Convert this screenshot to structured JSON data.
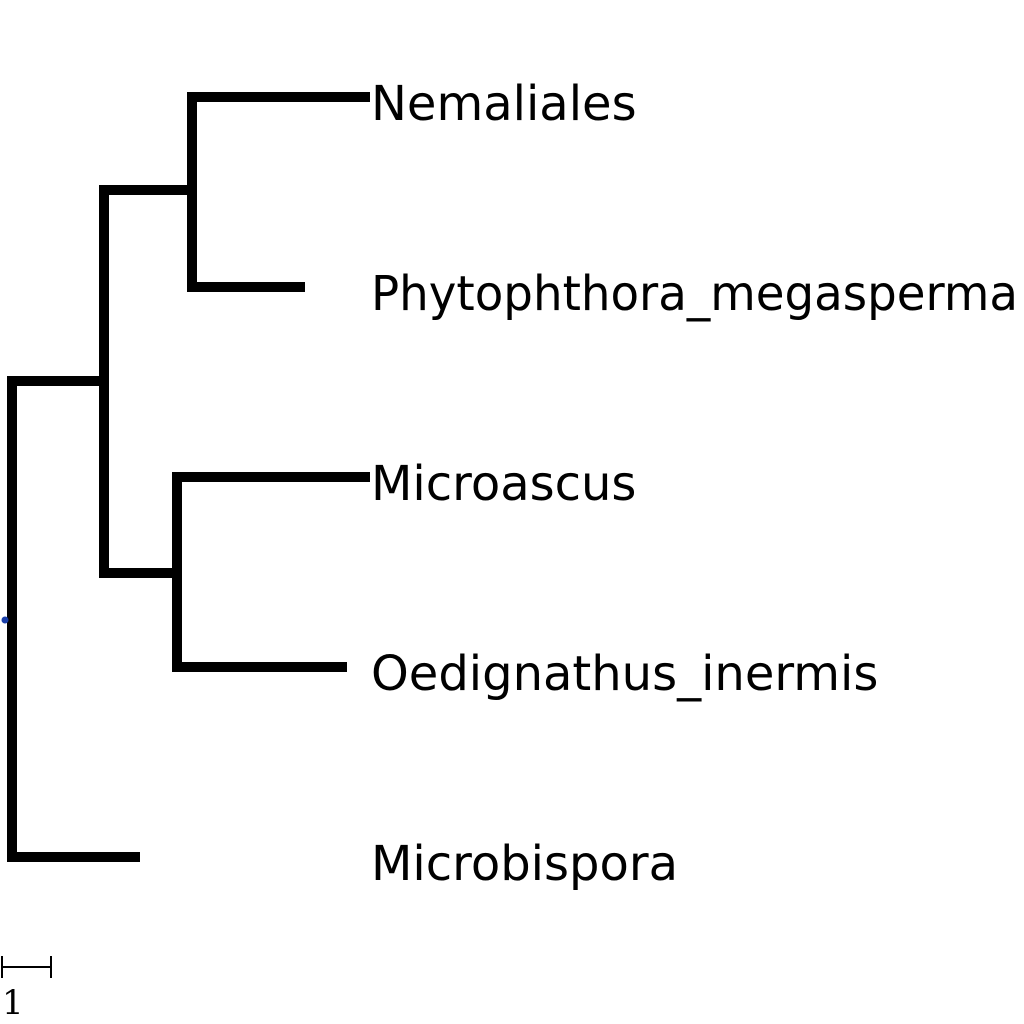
{
  "tree": {
    "leaves": [
      {
        "id": "n1",
        "label": "Nemaliales"
      },
      {
        "id": "n2",
        "label": "Phytophthora_megasperma"
      },
      {
        "id": "n3",
        "label": "Microascus"
      },
      {
        "id": "n4",
        "label": "Oedignathus_inermis"
      },
      {
        "id": "n5",
        "label": "Microbispora"
      }
    ],
    "branch_color": "#000000",
    "root_marker_color": "#1a3faa"
  },
  "scale_bar": {
    "label": "1"
  }
}
